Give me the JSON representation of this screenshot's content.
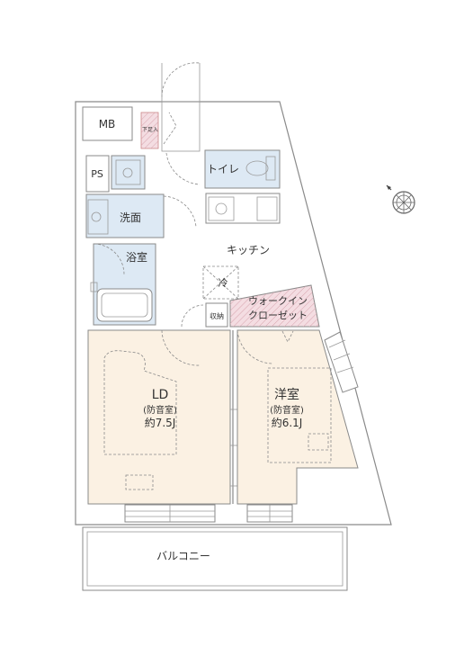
{
  "rooms": {
    "mb": "MB",
    "getabako": "下足入",
    "ps": "PS",
    "toilet": "トイレ",
    "washroom": "洗面",
    "bath": "浴室",
    "kitchen": "キッチン",
    "fridge": "冷",
    "storage": "収納",
    "wic_line1": "ウォークイン",
    "wic_line2": "クローゼット",
    "ld_name": "LD",
    "ld_sub": "(防音室)",
    "ld_size": "約7.5J",
    "western_name": "洋室",
    "western_sub": "(防音室)",
    "western_size": "約6.1J",
    "balcony": "バルコニー"
  },
  "colors": {
    "living_floor": "#fbf1e3",
    "wet_floor": "#dde9f4",
    "closet_fill": "#f4dde2",
    "closet_hatch": "#d7a4ae",
    "wall": "#8a8a8a"
  },
  "icons": {
    "compass": "compass-icon"
  }
}
